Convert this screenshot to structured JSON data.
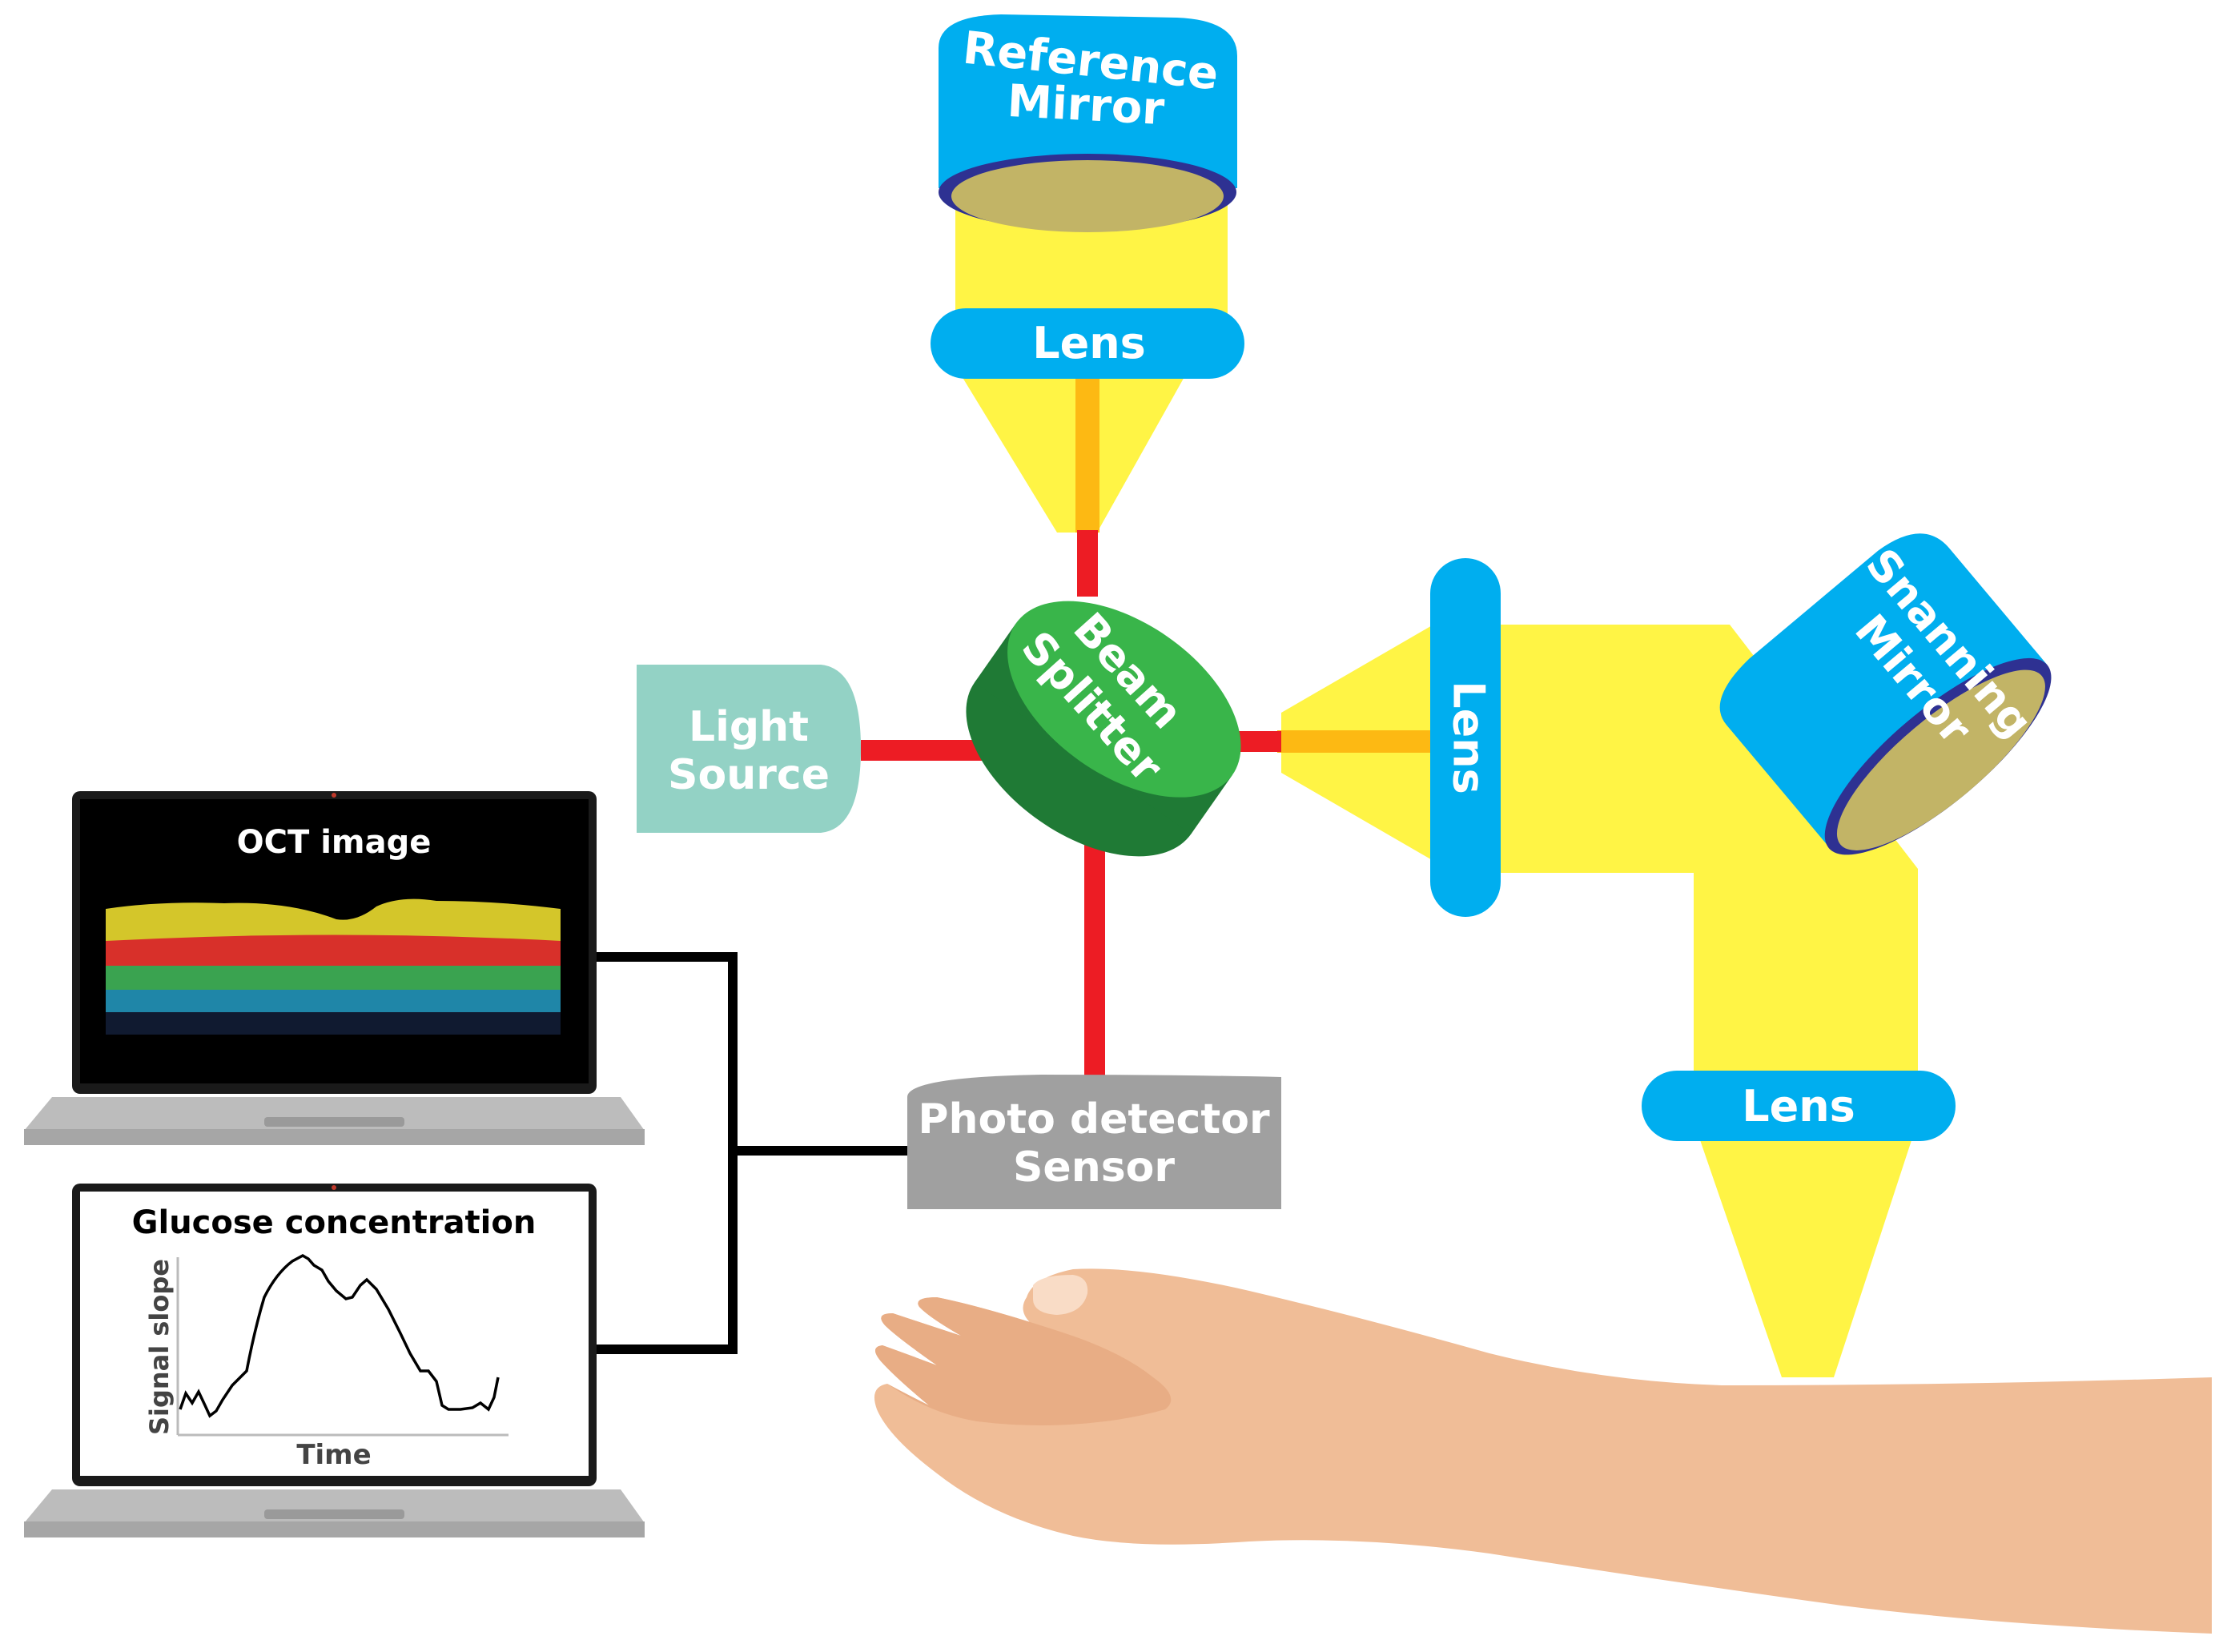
{
  "labels": {
    "reference_mirror_line1": "Reference",
    "reference_mirror_line2": "Mirror",
    "lens_top": "Lens",
    "beam_splitter_line1": "Beam",
    "beam_splitter_line2": "Splitter",
    "lens_right": "Lens",
    "scanning_mirror_line1": "Snanning",
    "scanning_mirror_line2": "Mirror",
    "light_source_line1": "Light",
    "light_source_line2": "Source",
    "photo_detector_line1": "Photo detector",
    "photo_detector_line2": "Sensor",
    "lens_bottom": "Lens"
  },
  "laptop_top": {
    "title": "OCT image"
  },
  "laptop_bottom": {
    "title": "Glucose concentration",
    "xlabel": "Time",
    "ylabel": "Signal slope"
  },
  "colors": {
    "mirror_blue": "#00aeef",
    "mirror_dark": "#2e3192",
    "mirror_face": "#c2b466",
    "lens_blue": "#00aeef",
    "beam_yellow": "#fff445",
    "beam_orange": "#fdb913",
    "laser_red": "#ed1c24",
    "splitter_green": "#39b54a",
    "splitter_dark": "#1f7a35",
    "light_source": "#93d2c5",
    "detector_gray": "#a0a0a0",
    "skin": "#f0bd97",
    "oct_layers": [
      "#d4c62a",
      "#d8302a",
      "#3aa350",
      "#1f86a8",
      "#101a30"
    ]
  }
}
